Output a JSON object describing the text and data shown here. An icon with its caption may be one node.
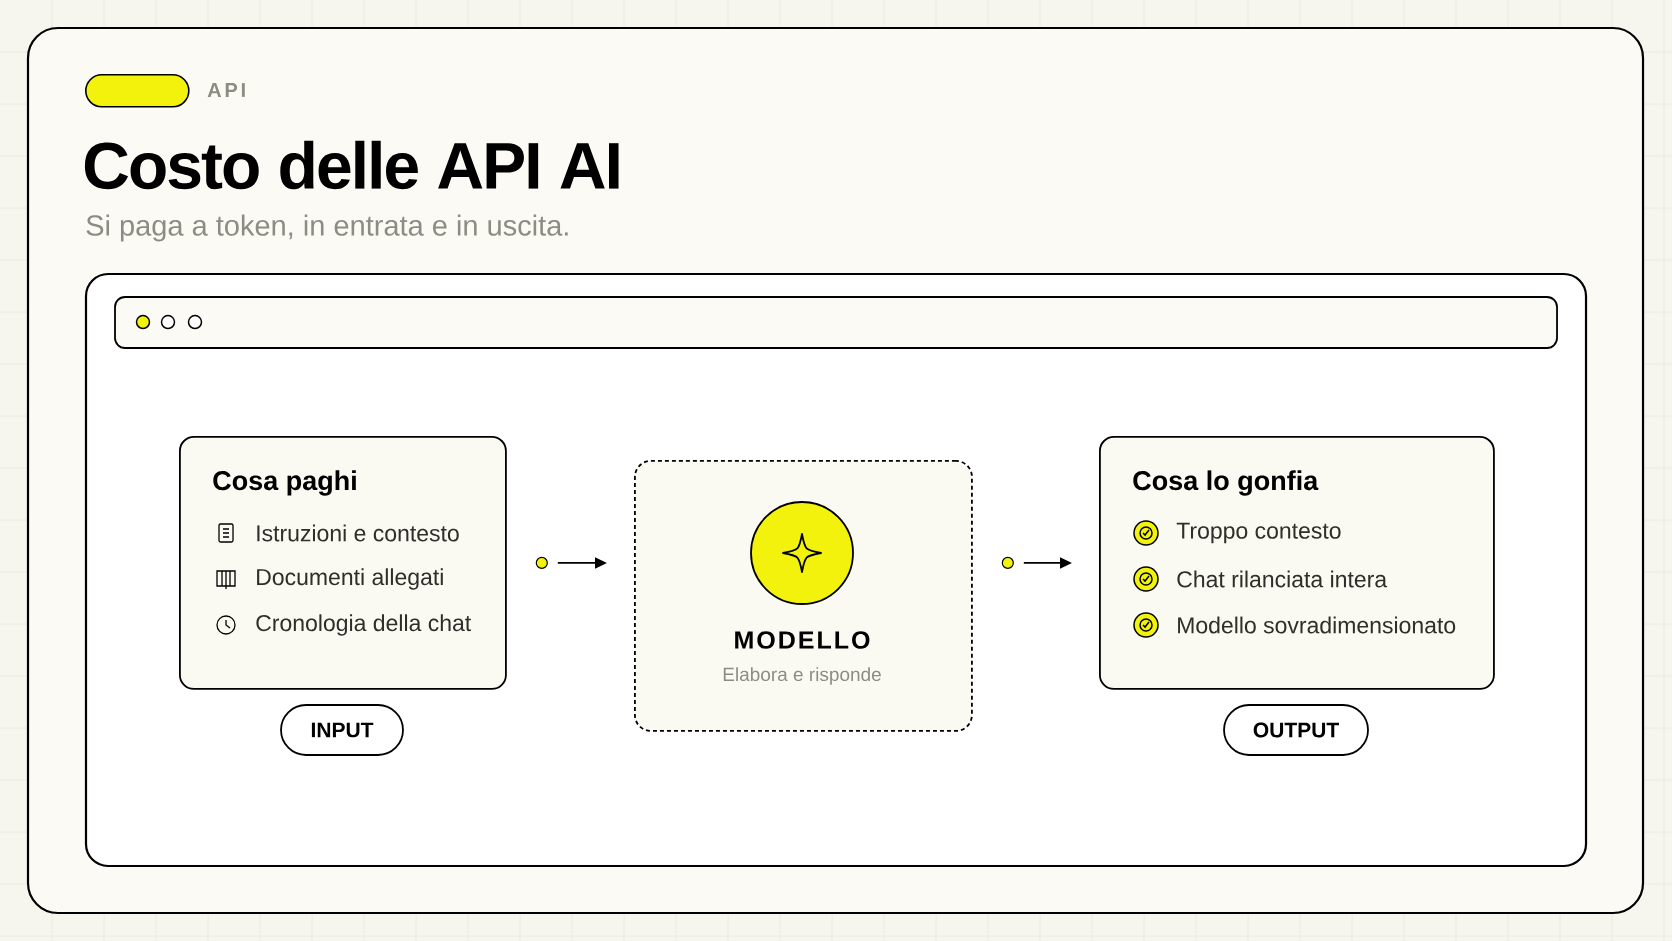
{
  "diagram": {
    "title": "Costo delle API AI",
    "nodes": [
      {
        "text": [],
        "shape": "pill"
      },
      {
        "text": [
          "Cosa paghi",
          "Istruzioni e contesto",
          "Documenti allegati",
          "Cronologia della chat"
        ]
      },
      {
        "text": [
          "INPUT"
        ]
      },
      {
        "text": [
          "MODELLO",
          "Elabora e risponde"
        ]
      },
      {
        "text": [
          "Cosa lo gonfia",
          "Troppo contesto",
          "Chat rilanciata intera",
          "Modello sovradimensionato"
        ]
      },
      {
        "text": [
          "OUTPUT"
        ]
      }
    ],
    "edges": [
      {
        "from": 1,
        "to": 3,
        "arrow": "to"
      },
      {
        "from": 3,
        "to": 4,
        "arrow": "to"
      }
    ],
    "labels": [
      "API",
      "Si paga a token, in entrata e in uscita."
    ]
  }
}
